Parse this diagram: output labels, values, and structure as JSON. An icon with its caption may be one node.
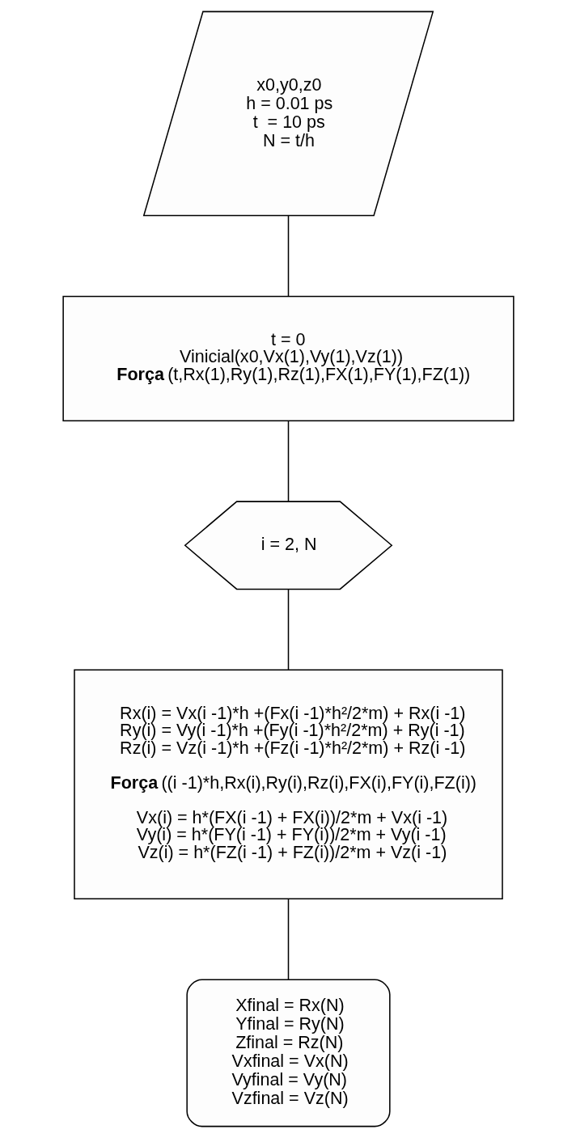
{
  "diagram": {
    "nodes": [
      {
        "text": [
          "x0,y0,z0",
          "h = 0.01 ps",
          "t  = 10 ps",
          "N = t/h"
        ]
      },
      {
        "text": [
          "t = 0",
          "Vinicial(x0,Vx(1),Vy(1),Vz(1))",
          "**Força** (t,Rx(1),Ry(1),Rz(1),FX(1),FY(1),FZ(1))"
        ]
      },
      {
        "text": [
          "i = 2, N"
        ]
      },
      {
        "text": [
          "Rx(i) = Vx(i -1)*h +(Fx(i -1)*h²/2*m) + Rx(i -1)",
          "Ry(i) = Vy(i -1)*h +(Fy(i -1)*h²/2*m) + Ry(i -1)",
          "Rz(i) = Vz(i -1)*h +(Fz(i -1)*h²/2*m) + Rz(i -1)",
          "**Força** ((i -1)*h,Rx(i),Ry(i),Rz(i),FX(i),FY(i),FZ(i))",
          "Vx(i) = h*(FX(i -1) + FX(i))/2*m + Vx(i -1)",
          "Vy(i) = h*(FY(i -1) + FY(i))/2*m + Vy(i -1)",
          "Vz(i) = h*(FZ(i -1) + FZ(i))/2*m + Vz(i -1)"
        ]
      },
      {
        "text": [
          "Xfinal = Rx(N)",
          "Yfinal = Ry(N)",
          "Zfinal = Rz(N)",
          "Vxfinal = Vx(N)",
          "Vyfinal = Vy(N)",
          "Vzfinal = Vz(N)"
        ]
      }
    ],
    "edges": [
      {
        "from": 0,
        "to": 1,
        "arrow": "none"
      },
      {
        "from": 1,
        "to": 2,
        "arrow": "none"
      },
      {
        "from": 2,
        "to": 3,
        "arrow": "none"
      },
      {
        "from": 3,
        "to": 4,
        "arrow": "none"
      }
    ]
  }
}
